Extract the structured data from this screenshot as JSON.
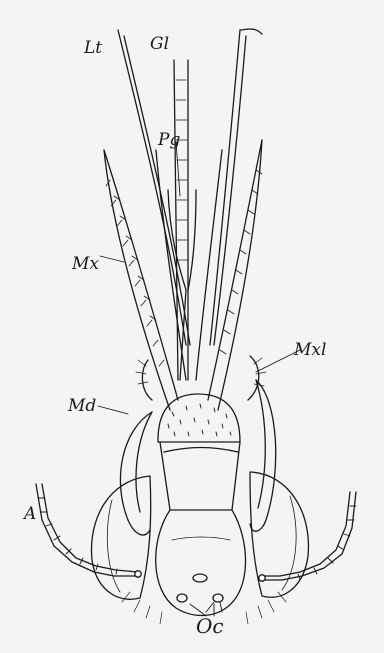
{
  "figure": {
    "labels": {
      "Lt": "Lt",
      "Gl": "Gl",
      "Pg": "Pg",
      "Mx": "Mx",
      "Mxl": "Mxl",
      "Md": "Md",
      "A": "A",
      "Oc": "Oc"
    }
  },
  "colors": {
    "background": "#f4f4f2",
    "ink": "#1a1a1a"
  }
}
